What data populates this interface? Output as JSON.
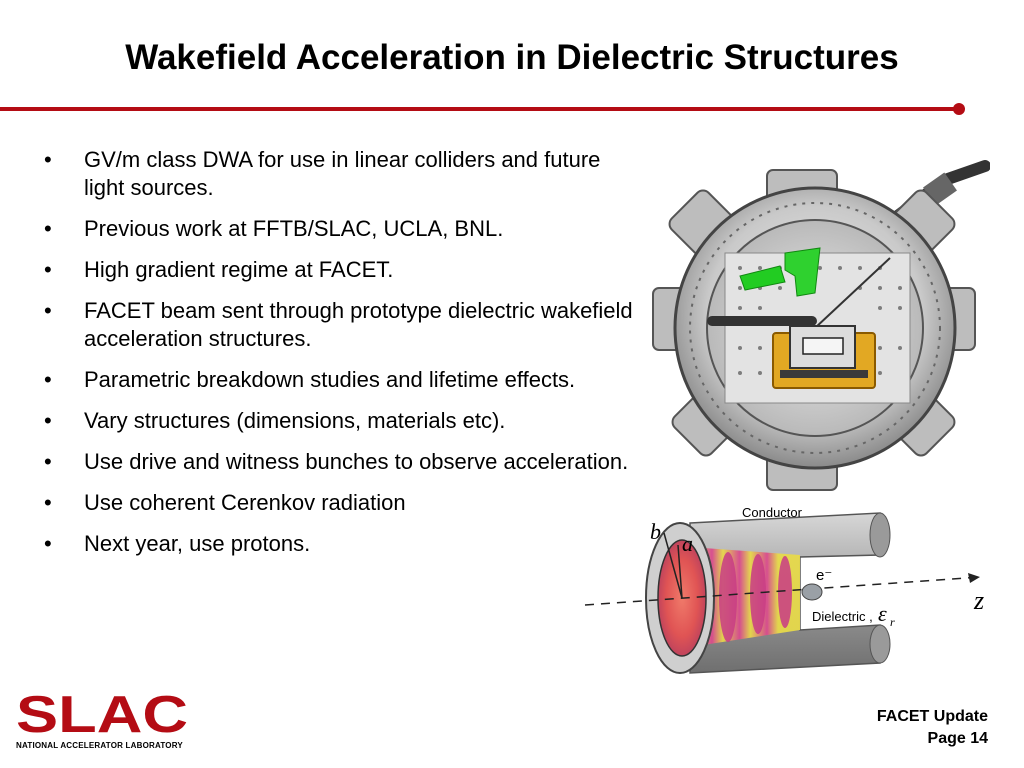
{
  "slide": {
    "title": "Wakefield Acceleration in Dielectric Structures",
    "bullets": [
      "GV/m class DWA for use in linear colliders and future light sources.",
      "Previous work at FFTB/SLAC, UCLA, BNL.",
      "High gradient regime at FACET.",
      "FACET beam sent through prototype dielectric wakefield acceleration structures.",
      "Parametric breakdown studies and lifetime effects.",
      "Vary structures (dimensions, materials etc).",
      "Use drive and witness bunches to observe acceleration.",
      "Use coherent Cerenkov radiation",
      "Next year, use protons."
    ],
    "bullet_symbol": "•"
  },
  "diagram": {
    "conductor_label": "Conductor",
    "dielectric_label": "Dielectric ,",
    "epsilon_label": "ε",
    "epsilon_sub": "r",
    "electron_label": "e⁻",
    "axis_label": "z",
    "radius_b": "b",
    "radius_a": "a"
  },
  "logo": {
    "text": "SLAC",
    "subtitle": "NATIONAL ACCELERATOR LABORATORY",
    "color": "#b40c14"
  },
  "footer": {
    "line1": "FACET Update",
    "line2": "Page 14"
  },
  "colors": {
    "accent": "#b40c14"
  }
}
